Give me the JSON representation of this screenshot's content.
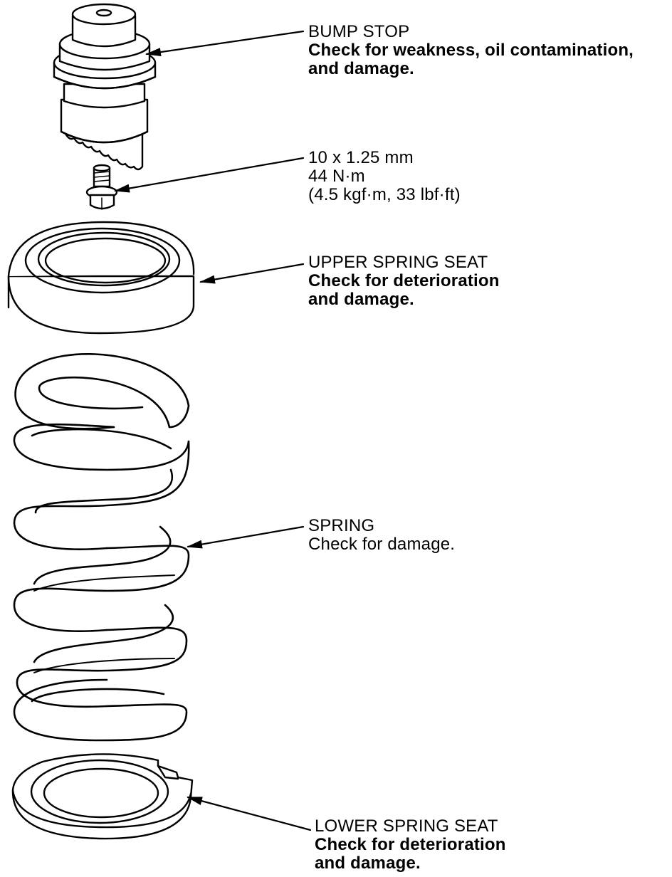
{
  "callouts": {
    "bump_stop": {
      "name": "BUMP STOP",
      "note1": "Check for weakness, oil contamination,",
      "note2": "and damage."
    },
    "bolt": {
      "size": "10 x 1.25 mm",
      "torque": "44 N·m",
      "torque_alt": "(4.5 kgf·m, 33 lbf·ft)"
    },
    "upper_spring_seat": {
      "name": "UPPER SPRING SEAT",
      "note1": "Check for deterioration",
      "note2": "and damage."
    },
    "spring": {
      "name": "SPRING",
      "note1": "Check for damage."
    },
    "lower_spring_seat": {
      "name": "LOWER SPRING SEAT",
      "note1": "Check for deterioration",
      "note2": "and damage."
    }
  },
  "colors": {
    "line": "#000000",
    "fill": "#ffffff"
  }
}
